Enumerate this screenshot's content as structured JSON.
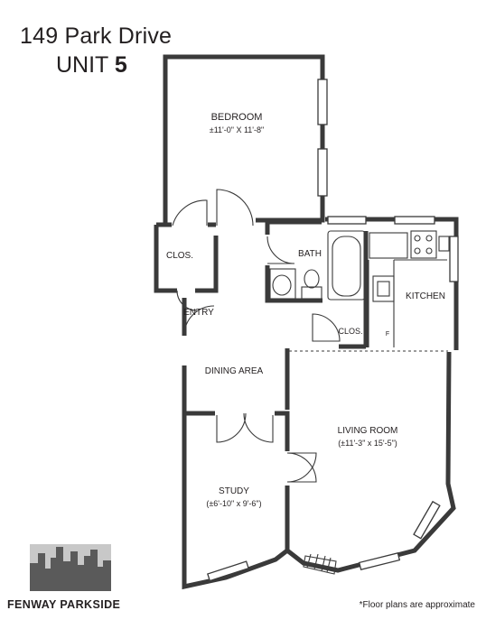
{
  "header": {
    "address": "149 Park Drive",
    "unit_prefix": "UNIT",
    "unit_number": "5"
  },
  "rooms": {
    "bedroom": {
      "name": "BEDROOM",
      "dims": "±11'-0\" X 11'-8\""
    },
    "closet_bedroom": {
      "name": "CLOS."
    },
    "bath": {
      "name": "BATH"
    },
    "kitchen": {
      "name": "KITCHEN"
    },
    "entry": {
      "name": "ENTRY"
    },
    "closet_hall": {
      "name": "CLOS."
    },
    "dining": {
      "name": "DINING AREA"
    },
    "living": {
      "name": "LIVING ROOM",
      "dims": "(±11'-3\" x 15'-5\")"
    },
    "study": {
      "name": "STUDY",
      "dims": "(±6'-10\" x 9'-6\")"
    }
  },
  "kitchen_fixture_label": "F",
  "footer": {
    "brand": "FENWAY PARKSIDE",
    "disclaimer": "*Floor plans are approximate"
  },
  "colors": {
    "wall": "#3a3a3a",
    "text": "#231f20",
    "logo_light": "#c8c8c8",
    "logo_dark": "#5a5a5a"
  }
}
